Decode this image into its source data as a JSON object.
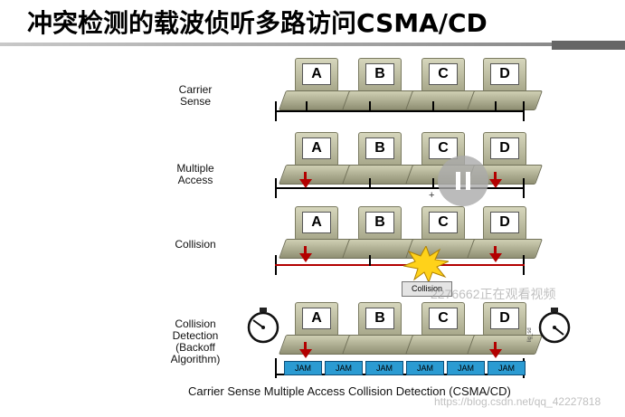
{
  "title": "冲突检测的载波侦听多路访问CSMA/CD",
  "rows": [
    {
      "label": "Carrier\nSense"
    },
    {
      "label": "Multiple\nAccess"
    },
    {
      "label": "Collision"
    },
    {
      "label": "Collision\nDetection\n(Backoff\nAlgorithm)"
    }
  ],
  "stations": [
    "A",
    "B",
    "C",
    "D"
  ],
  "collision_label": "Collision",
  "jam_label": "JAM",
  "footer": "Carrier Sense Multiple Access Collision Detection (CSMA/CD)",
  "watermarks": {
    "viewer": "2276662正在观看视频",
    "source": "https://blog.csdn.net/qq_42227818"
  },
  "side_code": "lig_sd",
  "colors": {
    "signal": "#b30000",
    "jam": "#2b9bd2"
  }
}
